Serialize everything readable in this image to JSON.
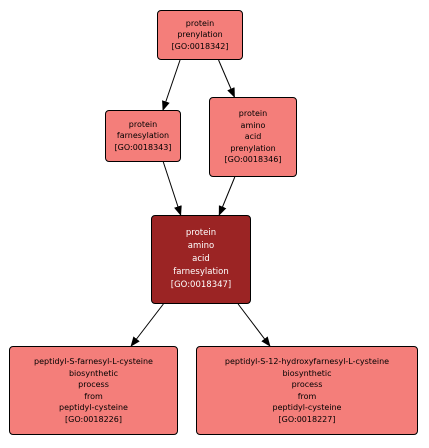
{
  "colors": {
    "node_fill": "#f47e7a",
    "focus_fill": "#9b2424",
    "edge": "#000000"
  },
  "nodes": {
    "prenylation": {
      "lines": [
        "protein",
        "prenylation",
        "[GO:0018342]"
      ]
    },
    "farnesylation": {
      "lines": [
        "protein",
        "farnesylation",
        "[GO:0018343]"
      ]
    },
    "aa_prenylation": {
      "lines": [
        "protein",
        "amino",
        "acid",
        "prenylation",
        "[GO:0018346]"
      ]
    },
    "aa_farnesylation": {
      "lines": [
        "protein",
        "amino",
        "acid",
        "farnesylation",
        "[GO:0018347]"
      ]
    },
    "peptidyl_farnesyl": {
      "lines": [
        "peptidyl-S-farnesyl-L-cysteine",
        "biosynthetic",
        "process",
        "from",
        "peptidyl-cysteine",
        "[GO:0018226]"
      ]
    },
    "peptidyl_hydroxy": {
      "lines": [
        "peptidyl-S-12-hydroxyfarnesyl-L-cysteine",
        "biosynthetic",
        "process",
        "from",
        "peptidyl-cysteine",
        "[GO:0018227]"
      ]
    }
  },
  "edges": [
    {
      "from": "prenylation",
      "to": "farnesylation"
    },
    {
      "from": "prenylation",
      "to": "aa_prenylation"
    },
    {
      "from": "farnesylation",
      "to": "aa_farnesylation"
    },
    {
      "from": "aa_prenylation",
      "to": "aa_farnesylation"
    },
    {
      "from": "aa_farnesylation",
      "to": "peptidyl_farnesyl"
    },
    {
      "from": "aa_farnesylation",
      "to": "peptidyl_hydroxy"
    }
  ]
}
